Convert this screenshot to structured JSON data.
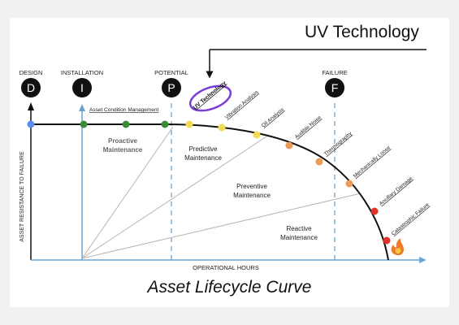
{
  "title": "UV Technology",
  "caption": "Asset Lifecycle Curve",
  "stages": [
    {
      "label": "DESIGN",
      "letter": "D"
    },
    {
      "label": "INSTALLATION",
      "letter": "I"
    },
    {
      "label": "POTENTIAL",
      "letter": "P"
    },
    {
      "label": "FAILURE",
      "letter": "F"
    }
  ],
  "asset_condition_label": "Asset Condition Management",
  "x_axis_label": "OPERATIONAL HOURS",
  "y_axis_label": "ASSET RESISTANCE TO FAILURE",
  "zones": {
    "proactive": [
      "Proactive",
      "Maintenance"
    ],
    "predictive": [
      "Predictive",
      "Maintenance"
    ],
    "preventive": [
      "Preventive",
      "Maintenance"
    ],
    "reactive": [
      "Reactive",
      "Maintenance"
    ]
  },
  "curve_labels": [
    "UV Technology",
    "Vibration Analysis",
    "Oil Analysis",
    "Audible Noise",
    "Thermography",
    "Mechanically Loose",
    "Ancillary Damage",
    "Catastrophic Failure"
  ],
  "colors": {
    "blue": "#5b8def",
    "green": "#3a8a3a",
    "yellow": "#f3dc55",
    "orange": "#ec9a55",
    "red": "#e0352b",
    "highlight": "#7b3fd6",
    "dash": "#6aa3cf"
  }
}
